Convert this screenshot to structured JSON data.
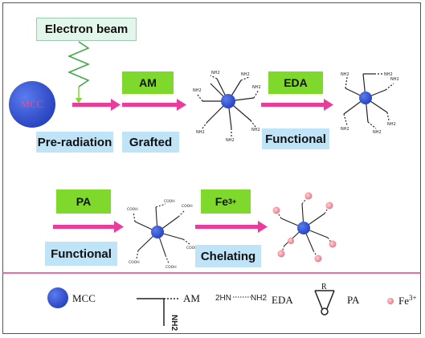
{
  "figure": {
    "electron_beam": "Electron  beam",
    "mcc": "MCC",
    "steps": {
      "pre_radiation": "Pre-radiation",
      "am": "AM",
      "grafted": "Grafted",
      "eda": "EDA",
      "functional_1": "Functional",
      "pa": "PA",
      "functional_2": "Functional",
      "fe": "Fe",
      "fe_charge": "3+",
      "chelating": "Chelating"
    },
    "legend": {
      "mcc": "MCC",
      "am": "AM",
      "eda": "EDA",
      "pa": "PA",
      "fe": "Fe",
      "fe_charge": "3+",
      "pa_r": "R"
    },
    "colors": {
      "arrow": "#ea3c9b",
      "green_box": "#7fd92c",
      "blue_box": "#bfe3f7",
      "mcc_sphere": "#3558d8",
      "mcc_text": "#e84a9a",
      "fe_dot": "#f0a0a8",
      "spring": "#3aa845",
      "divider": "#e03c8a"
    }
  }
}
